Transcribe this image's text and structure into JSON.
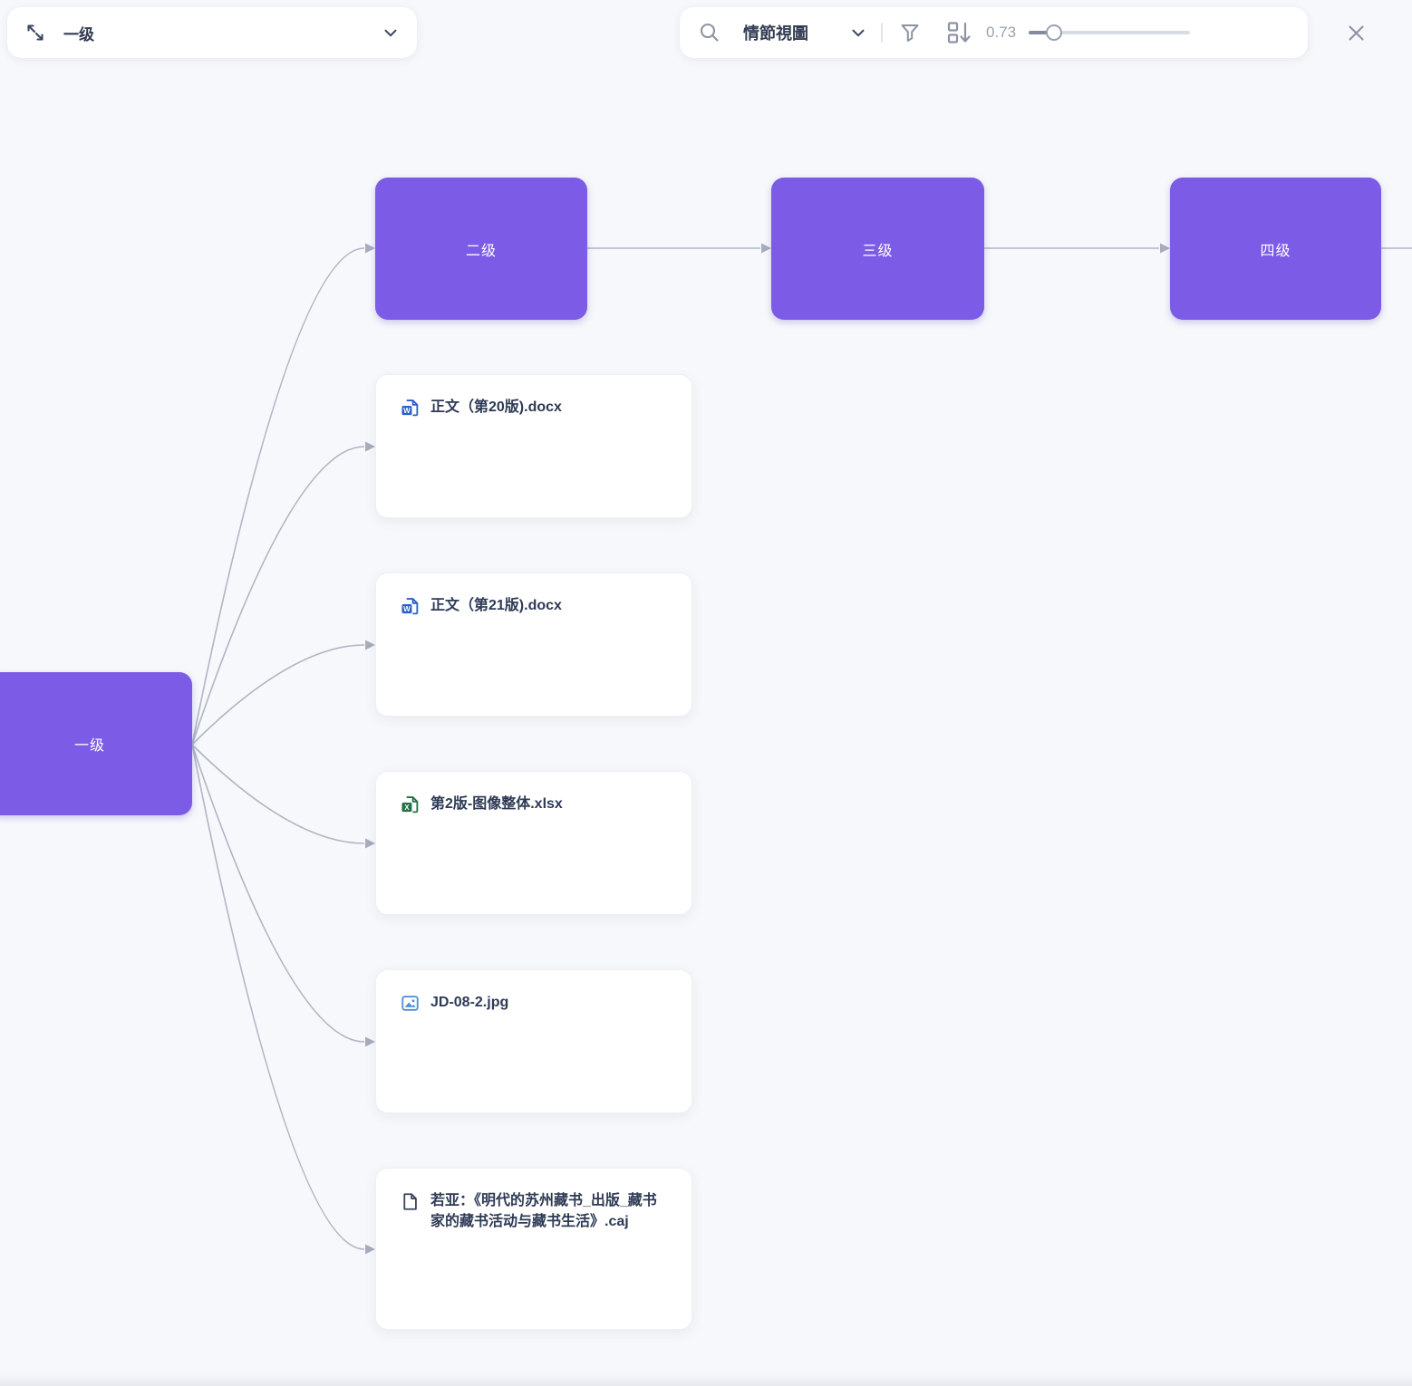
{
  "header": {
    "left": {
      "title": "一级",
      "expand_icon": "expand-diagonal-icon",
      "chevron_icon": "chevron-down-icon"
    },
    "right": {
      "search_icon": "search-icon",
      "view_mode": "情節視圖",
      "chevron_icon": "chevron-down-icon",
      "filter_icon": "filter-funnel-icon",
      "layout_icon": "auto-layout-icon",
      "zoom_value": "0.73",
      "close_icon": "close-icon"
    }
  },
  "graph": {
    "nodes": [
      {
        "id": "n1",
        "label": "一级"
      },
      {
        "id": "n2",
        "label": "二级"
      },
      {
        "id": "n3",
        "label": "三级"
      },
      {
        "id": "n4",
        "label": "四级"
      }
    ],
    "files": [
      {
        "title": "正文（第20版).docx",
        "icon": "word-file-icon"
      },
      {
        "title": "正文（第21版).docx",
        "icon": "word-file-icon"
      },
      {
        "title": "第2版-图像整体.xlsx",
        "icon": "excel-file-icon"
      },
      {
        "title": "JD-08-2.jpg",
        "icon": "image-file-icon"
      },
      {
        "title": "若亚：《明代的苏州藏书_出版_藏书家的藏书活动与藏书生活》.caj",
        "icon": "generic-file-icon"
      }
    ],
    "edges": [
      {
        "from": "一级",
        "to": "二级"
      },
      {
        "from": "二级",
        "to": "三级"
      },
      {
        "from": "三级",
        "to": "四级"
      },
      {
        "from": "一级",
        "to": "正文（第20版).docx"
      },
      {
        "from": "一级",
        "to": "正文（第21版).docx"
      },
      {
        "from": "一级",
        "to": "第2版-图像整体.xlsx"
      },
      {
        "from": "一级",
        "to": "JD-08-2.jpg"
      },
      {
        "from": "一级",
        "to": "若亚：《明代的苏州藏书_出版_藏书家的藏书活动与藏书生活》.caj"
      }
    ]
  },
  "colors": {
    "background": "#F7F8FB",
    "node_purple": "#7C5BE6",
    "edge_gray": "#AFB5C4",
    "word_blue": "#2B5FC7",
    "excel_green": "#1F7244",
    "image_blue": "#4E8FD5",
    "file_navy": "#3A4560",
    "icon_gray": "#8C93A4"
  }
}
